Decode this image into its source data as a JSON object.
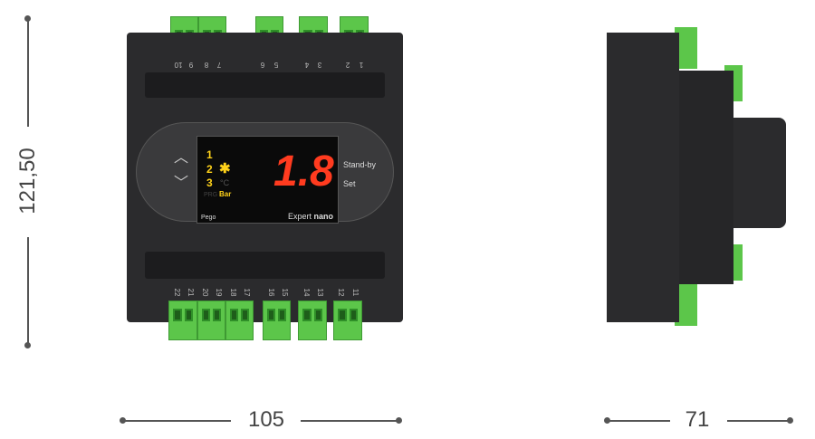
{
  "dimensions": {
    "height": "121,50",
    "width_front": "105",
    "depth_side": "71"
  },
  "terminals": {
    "top": [
      "10",
      "9",
      "8",
      "7",
      "6",
      "5",
      "4",
      "3",
      "2",
      "1"
    ],
    "bottom": [
      "22",
      "21",
      "20",
      "19",
      "18",
      "17",
      "16",
      "15",
      "14",
      "13",
      "12",
      "11"
    ]
  },
  "display": {
    "value": "1.8",
    "indicators": [
      "1",
      "2",
      "3"
    ],
    "unit_c": "°C",
    "prg": "PRG",
    "unit_bar": "Bar"
  },
  "buttons": {
    "standby": "Stand-by",
    "set": "Set"
  },
  "branding": {
    "maker": "Pego",
    "model": "Expert",
    "model_suffix": "nano"
  },
  "colors": {
    "body": "#2b2b2d",
    "terminal": "#5cc64a",
    "display": "#ff3b1f",
    "indicator": "#ffd21a"
  }
}
